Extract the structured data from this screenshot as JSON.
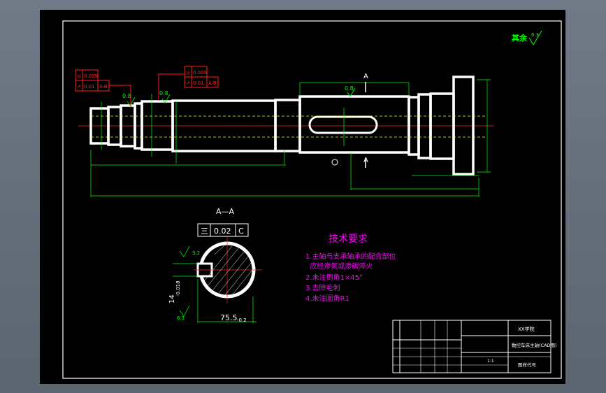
{
  "roughness_note": {
    "label": "其余",
    "value": "6.3"
  },
  "section": {
    "label": "A—A",
    "keyway_depth": "14",
    "keyway_tol": "-0.018",
    "tol_box": [
      "三",
      "0.02",
      "C"
    ],
    "width": "75.5",
    "width_tol": "-0.2",
    "ra": "3.2",
    "ra2": "6.3"
  },
  "section_marks": {
    "top": "A",
    "bottom": "A"
  },
  "gdt_left": {
    "row1": [
      "◎",
      "0.005"
    ],
    "row2": [
      "↗",
      "0.01",
      "A-B"
    ]
  },
  "gdt_right": {
    "row1": [
      "◎",
      "0.005"
    ],
    "row2": [
      "↗",
      "0.01",
      "A-B"
    ]
  },
  "roughness_marks": {
    "r1": "0.8",
    "r2": "0.8",
    "r3": "0.8"
  },
  "tech_req": {
    "title": "技术要求",
    "items": [
      "1.主轴与支承轴承的配合部位",
      "  应经渗氮或渗碳淬火",
      "2.未注倒角1×45°",
      "3.去除毛刺",
      "4.未注圆角R1"
    ]
  },
  "title_block": {
    "school": "XX学院",
    "part_name": "数控车床主轴(CAD图)",
    "scale": "1:1",
    "drawing_no": "图样代号"
  },
  "colors": {
    "outline": "#ffffff",
    "dim": "#00ff00",
    "center": "#ff2020",
    "text": "#ff00ff",
    "frame": "#ffffff",
    "hidden": "#ffff00",
    "cyan": "#00ffff"
  }
}
